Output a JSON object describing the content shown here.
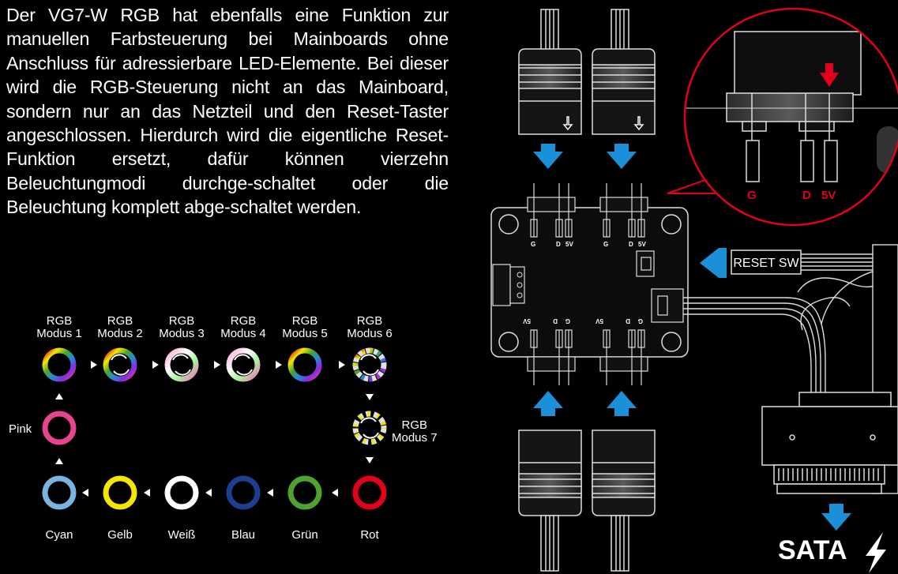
{
  "paragraph": "Der VG7-W RGB hat ebenfalls eine Funktion zur manuellen Farbsteuerung bei Mainboards ohne Anschluss für adressierbare LED-Elemente. Bei dieser wird die RGB-Steuerung nicht an das Mainboard, sondern nur an das Netzteil und den Reset-Taster angeschlossen. Hierdurch wird die eigentliche Reset-Funktion ersetzt, dafür können vierzehn Beleuchtungmodi durchge-schaltet oder die Beleuchtung komplett abge-schaltet werden.",
  "modes_top": [
    {
      "line1": "RGB",
      "line2": "Modus 1"
    },
    {
      "line1": "RGB",
      "line2": "Modus 2"
    },
    {
      "line1": "RGB",
      "line2": "Modus 3"
    },
    {
      "line1": "RGB",
      "line2": "Modus 4"
    },
    {
      "line1": "RGB",
      "line2": "Modus 5"
    },
    {
      "line1": "RGB",
      "line2": "Modus 6"
    }
  ],
  "mode7": {
    "line1": "RGB",
    "line2": "Modus 7"
  },
  "pink_label": "Pink",
  "modes_bottom": [
    "Cyan",
    "Gelb",
    "Weiß",
    "Blau",
    "Grün",
    "Rot"
  ],
  "ring_colors": {
    "Pink": "#e8438f",
    "Cyan": "#7ab4e0",
    "Gelb": "#f4e600",
    "Weiß": "#ffffff",
    "Blau": "#1d3f8f",
    "Grün": "#4da32f",
    "Rot": "#e3001b"
  },
  "pins": {
    "g": "G",
    "d": "D",
    "v5": "5V"
  },
  "pins_small": {
    "g": "G",
    "d": "D",
    "v5": "5V"
  },
  "reset_label": "RESET SW",
  "sata_label": "SATA",
  "accent_blue": "#1b8fd8",
  "accent_red": "#e3001b"
}
